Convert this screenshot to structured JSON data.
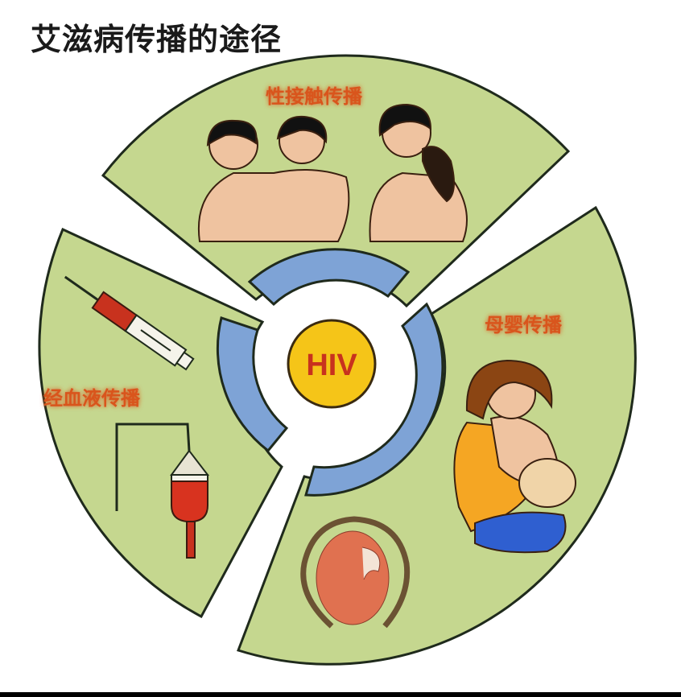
{
  "title": "艾滋病传播的途径",
  "center": {
    "label": "HIV",
    "fill": "#f5c518",
    "text_color": "#c8321e"
  },
  "colors": {
    "sector_fill": "#c5d78f",
    "ring_fill": "#7ea3d6",
    "outline": "#1f2a1c",
    "label_color": "#d9541e",
    "label_glow": "#f7b37a"
  },
  "sectors": [
    {
      "id": "sexual",
      "label": "性接触传播",
      "illustrations": [
        "two-men-embracing",
        "couple-embracing"
      ]
    },
    {
      "id": "mother-infant",
      "label": "母婴传播",
      "illustrations": [
        "mother-breastfeeding",
        "fetus-in-womb"
      ]
    },
    {
      "id": "blood",
      "label": "经血液传播",
      "illustrations": [
        "syringe",
        "blood-transfusion-bag"
      ]
    }
  ]
}
